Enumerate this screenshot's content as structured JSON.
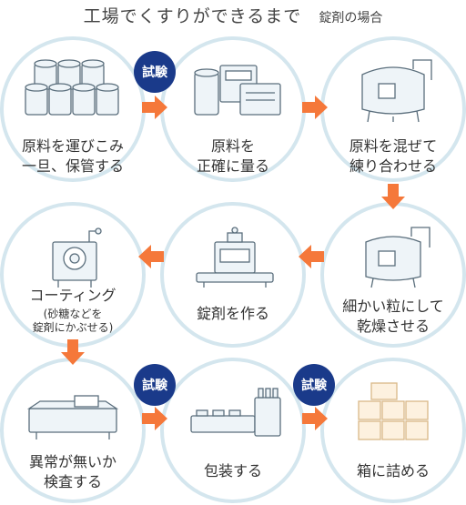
{
  "title": {
    "main": "工場でくすりができるまで",
    "sub": "錠剤の場合"
  },
  "badge_label": "試験",
  "steps": [
    {
      "label_lines": [
        "原料を運びこみ",
        "一旦、保管する"
      ]
    },
    {
      "label_lines": [
        "原料を",
        "正確に量る"
      ]
    },
    {
      "label_lines": [
        "原料を混ぜて",
        "練り合わせる"
      ]
    },
    {
      "label_lines": [
        "細かい粒にして",
        "乾燥させる"
      ]
    },
    {
      "label_lines": [
        "錠剤を作る"
      ]
    },
    {
      "label_lines": [
        "コーティング"
      ],
      "note_lines": [
        "(砂糖などを",
        "錠剤にかぶせる)"
      ]
    },
    {
      "label_lines": [
        "異常が無いか",
        "検査する"
      ]
    },
    {
      "label_lines": [
        "包装する"
      ]
    },
    {
      "label_lines": [
        "箱に詰める"
      ]
    }
  ],
  "colors": {
    "circle_border": "#d4e6ee",
    "arrow": "#f5783a",
    "badge": "#1a3a8a",
    "icon_fill": "#eef4f8",
    "icon_stroke": "#5a6e7c"
  }
}
